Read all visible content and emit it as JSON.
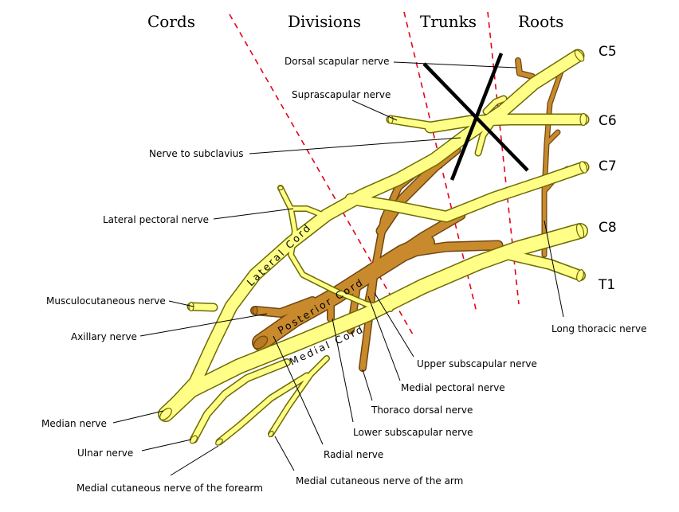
{
  "headers": {
    "cords": "Cords",
    "divisions": "Divisions",
    "trunks": "Trunks",
    "roots": "Roots"
  },
  "roots": {
    "c5": "C5",
    "c6": "C6",
    "c7": "C7",
    "c8": "C8",
    "t1": "T1"
  },
  "cords": {
    "lateral": "Lateral Cord",
    "posterior": "Posterior Cord",
    "medial": "Medial Cord"
  },
  "nerves": {
    "dorsal_scapular": "Dorsal scapular nerve",
    "suprascapular": "Suprascapular nerve",
    "nerve_to_subclavius": "Nerve to subclavius",
    "lateral_pectoral": "Lateral pectoral nerve",
    "musculocutaneous": "Musculocutaneous nerve",
    "axillary": "Axillary nerve",
    "median": "Median nerve",
    "ulnar": "Ulnar nerve",
    "medial_cutaneous_forearm": "Medial cutaneous nerve of the forearm",
    "medial_cutaneous_arm": "Medial cutaneous nerve of the arm",
    "radial": "Radial nerve",
    "lower_subscapular": "Lower subscapular nerve",
    "thoraco_dorsal": "Thoraco dorsal nerve",
    "medial_pectoral": "Medial pectoral nerve",
    "upper_subscapular": "Upper subscapular nerve",
    "long_thoracic": "Long thoracic nerve"
  },
  "colors": {
    "nerve_yellow": "#ffff88",
    "nerve_brown": "#c88a2c",
    "division_line": "#e8001c"
  }
}
